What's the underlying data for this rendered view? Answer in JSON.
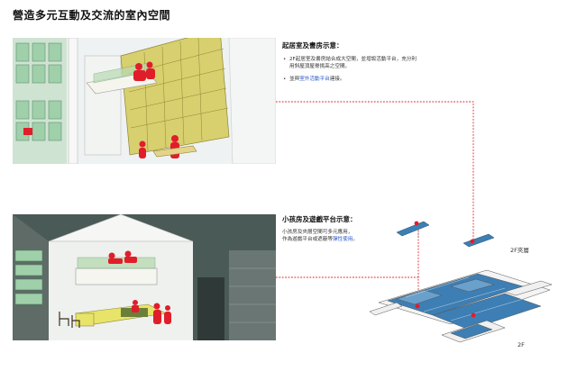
{
  "title": "營造多元互動及交流的室內空間",
  "sections": {
    "study": {
      "title": "起居室及書房示意：",
      "bullets": [
        {
          "parts": [
            {
              "text": "2F起居室及書房結合成大空間，並增設活動平台，充分利用斜屋頂屋脊挑高之空間。",
              "highlight": false
            }
          ]
        },
        {
          "parts": [
            {
              "text": "並與",
              "highlight": false
            },
            {
              "text": "室外活動平台",
              "highlight": true
            },
            {
              "text": "連接。",
              "highlight": false
            }
          ]
        }
      ]
    },
    "kids": {
      "title": "小孩房及遊戲平台示意：",
      "line1": "小孩房及夾層空間可多元應用，",
      "line2_prefix": "作為遊戲平台或遮蔽等",
      "line2_highlight": "彈性使用",
      "line2_suffix": "。"
    }
  },
  "plan_labels": {
    "mezzanine": "2F夾層",
    "second_floor": "2F"
  },
  "colors": {
    "accent_red": "#e01e2a",
    "highlight_blue": "#2b56c9",
    "plan_blue": "#3d7fb4"
  }
}
